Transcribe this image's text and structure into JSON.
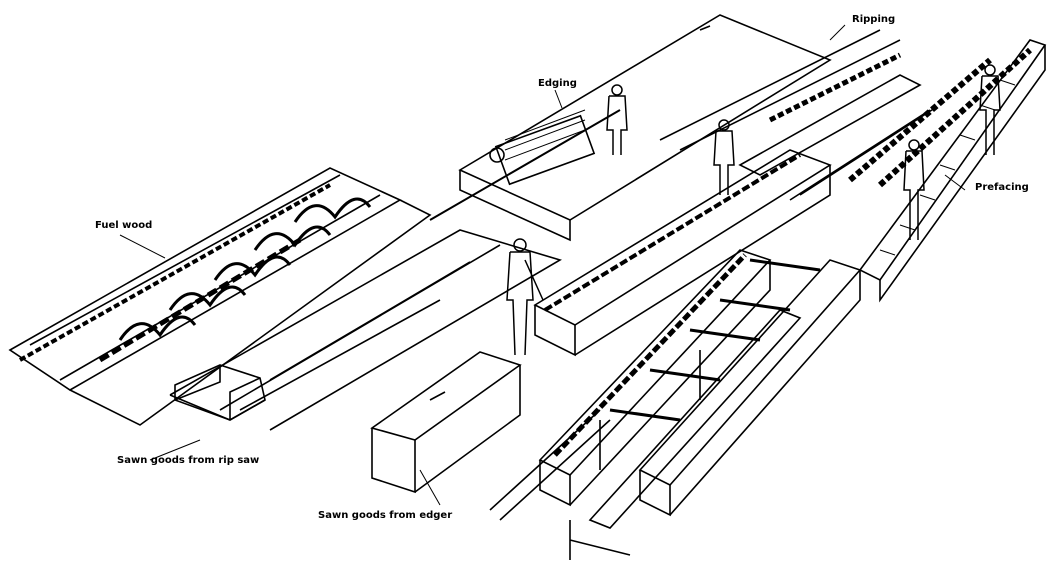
{
  "labels": {
    "edging": "Edging",
    "ripping": "Ripping",
    "prefacing": "Prefacing",
    "fuel_wood": "Fuel wood",
    "sawn_rip": "Sawn goods from rip saw",
    "sawn_edger": "Sawn goods from edger"
  }
}
